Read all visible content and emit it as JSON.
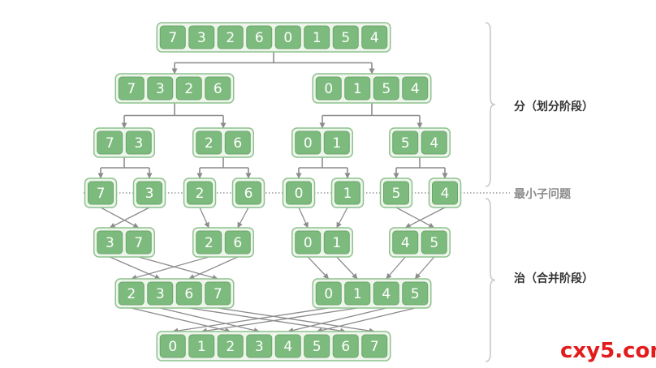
{
  "colors": {
    "cell_fill": "#7dba7d",
    "cell_stroke": "#6aa66a",
    "group_fill": "#eef6ec",
    "group_stroke": "#8ec28e",
    "arrow": "#8c8c8c",
    "brace": "#c8c8c8",
    "dotted_line": "#666666",
    "watermark": "#e21b1b"
  },
  "labels": {
    "divide_phase": "分（划分阶段）",
    "min_problem": "最小子问题",
    "merge_phase": "治（合并阶段）",
    "watermark": "cxy5.com"
  },
  "levels": [
    {
      "name": "input",
      "groups": [
        [
          7,
          3,
          2,
          6,
          0,
          1,
          5,
          4
        ]
      ]
    },
    {
      "name": "split-halves",
      "groups": [
        [
          7,
          3,
          2,
          6
        ],
        [
          0,
          1,
          5,
          4
        ]
      ]
    },
    {
      "name": "split-pairs",
      "groups": [
        [
          7,
          3
        ],
        [
          2,
          6
        ],
        [
          0,
          1
        ],
        [
          5,
          4
        ]
      ]
    },
    {
      "name": "singles",
      "groups": [
        [
          7
        ],
        [
          3
        ],
        [
          2
        ],
        [
          6
        ],
        [
          0
        ],
        [
          1
        ],
        [
          5
        ],
        [
          4
        ]
      ]
    },
    {
      "name": "merged-pairs",
      "groups": [
        [
          3,
          7
        ],
        [
          2,
          6
        ],
        [
          0,
          1
        ],
        [
          4,
          5
        ]
      ]
    },
    {
      "name": "merged-quads",
      "groups": [
        [
          2,
          3,
          6,
          7
        ],
        [
          0,
          1,
          4,
          5
        ]
      ]
    },
    {
      "name": "sorted",
      "groups": [
        [
          0,
          1,
          2,
          3,
          4,
          5,
          6,
          7
        ]
      ]
    }
  ]
}
